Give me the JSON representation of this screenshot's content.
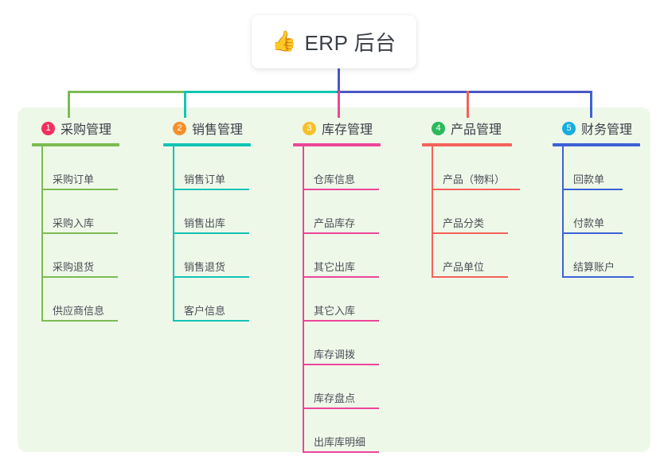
{
  "root": {
    "icon": "thumbs-up-emoji",
    "emoji": "👍",
    "title": "ERP 后台"
  },
  "panel": {
    "background": "#eef8e9"
  },
  "columns": [
    {
      "number": "1",
      "title": "采购管理",
      "badge_color": "#f0315f",
      "line_color": "#7cbb51",
      "items": [
        "采购订单",
        "采购入库",
        "采购退货",
        "供应商信息"
      ]
    },
    {
      "number": "2",
      "title": "销售管理",
      "badge_color": "#f6902c",
      "line_color": "#13c4b4",
      "items": [
        "销售订单",
        "销售出库",
        "销售退货",
        "客户信息"
      ]
    },
    {
      "number": "3",
      "title": "库存管理",
      "badge_color": "#f5c12b",
      "line_color": "#ec4699",
      "items": [
        "仓库信息",
        "产品库存",
        "其它出库",
        "其它入库",
        "库存调拨",
        "库存盘点",
        "出库库明细"
      ]
    },
    {
      "number": "4",
      "title": "产品管理",
      "badge_color": "#2bb95a",
      "line_color": "#f4615a",
      "items": [
        "产品（物料）",
        "产品分类",
        "产品单位"
      ]
    },
    {
      "number": "5",
      "title": "财务管理",
      "badge_color": "#16aee0",
      "line_color": "#3c62d6",
      "items": [
        "回款单",
        "付款单",
        "结算账户"
      ]
    }
  ],
  "connectors": {
    "root_stem_color": "#4a55c4",
    "bus_segments": [
      {
        "color": "#7cbb51"
      },
      {
        "color": "#13c4b4"
      },
      {
        "color": "#4a55c4"
      }
    ],
    "drop_colors": [
      "#7cbb51",
      "#13c4b4",
      "#ec4699",
      "#f4615a",
      "#3c62d6"
    ]
  }
}
